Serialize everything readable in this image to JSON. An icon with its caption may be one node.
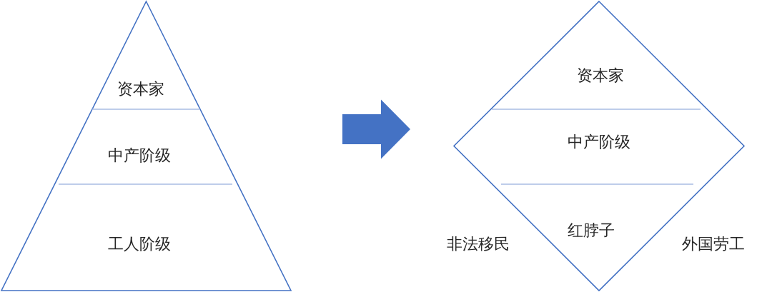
{
  "diagram": {
    "nodes": [
      {
        "text": [],
        "shape": "triangle"
      },
      {
        "text": [
          "资本家"
        ],
        "in": 0
      },
      {
        "text": [
          "中产阶级"
        ],
        "in": 0
      },
      {
        "text": [
          "工人阶级"
        ],
        "in": 0
      },
      {
        "text": [],
        "shape": "diamond"
      },
      {
        "text": [
          "资本家"
        ],
        "in": 4
      },
      {
        "text": [
          "中产阶级"
        ],
        "in": 4
      },
      {
        "text": [
          "红脖子"
        ],
        "in": 4
      }
    ],
    "edges": [
      {
        "from": 0,
        "to": 4,
        "arrow": "to",
        "style": "thick"
      }
    ],
    "labels": [
      "非法移民",
      "外国劳工"
    ]
  }
}
